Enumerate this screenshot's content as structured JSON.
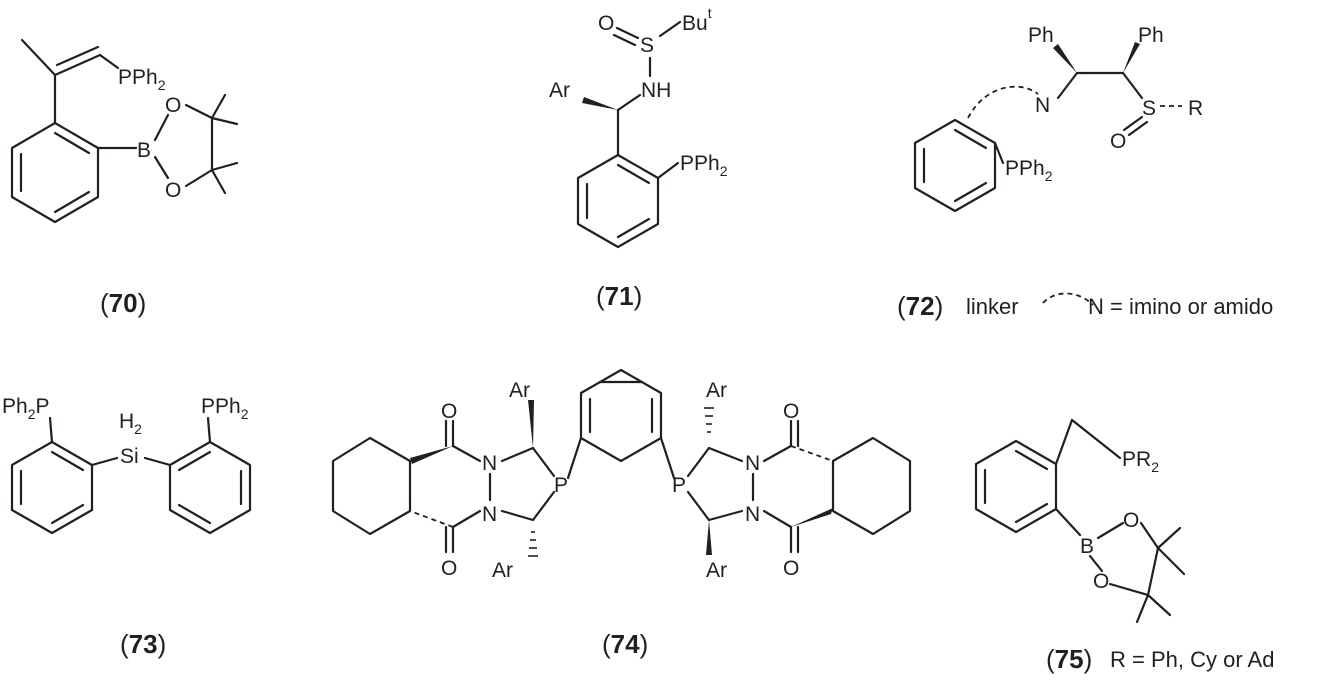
{
  "compounds": [
    {
      "number": "70",
      "note": "",
      "atoms": {
        "p": "PPh",
        "p_sub": "2",
        "o1": "O",
        "o2": "O",
        "b": "B"
      }
    },
    {
      "number": "71",
      "note": "",
      "atoms": {
        "o": "O",
        "s": "S",
        "bu": "Bu",
        "bu_sup": "t",
        "nh": "NH",
        "ar": "Ar",
        "p": "PPh",
        "p_sub": "2"
      }
    },
    {
      "number": "72",
      "note": "linker",
      "legend": " N = imino or amido",
      "atoms": {
        "ph1": "Ph",
        "ph2": "Ph",
        "n": "N",
        "s": "S",
        "r": "R",
        "o": "O",
        "p": "PPh",
        "p_sub": "2",
        "legend_n": "N"
      }
    },
    {
      "number": "73",
      "note": "",
      "atoms": {
        "p1_pre": "Ph",
        "p1_sub": "2",
        "p1": "P",
        "h2": "H",
        "h2_sub": "2",
        "si": "Si",
        "p2": "PPh",
        "p2_sub": "2"
      }
    },
    {
      "number": "74",
      "note": "",
      "atoms": {
        "o1": "O",
        "o2": "O",
        "o3": "O",
        "o4": "O",
        "n1": "N",
        "n2": "N",
        "n3": "N",
        "n4": "N",
        "p1": "P",
        "p2": "P",
        "ar1": "Ar",
        "ar2": "Ar",
        "ar3": "Ar",
        "ar4": "Ar"
      }
    },
    {
      "number": "75",
      "note": "R = Ph, Cy or Ad",
      "atoms": {
        "p": "PR",
        "p_sub": "2",
        "b": "B",
        "o1": "O",
        "o2": "O"
      }
    }
  ]
}
